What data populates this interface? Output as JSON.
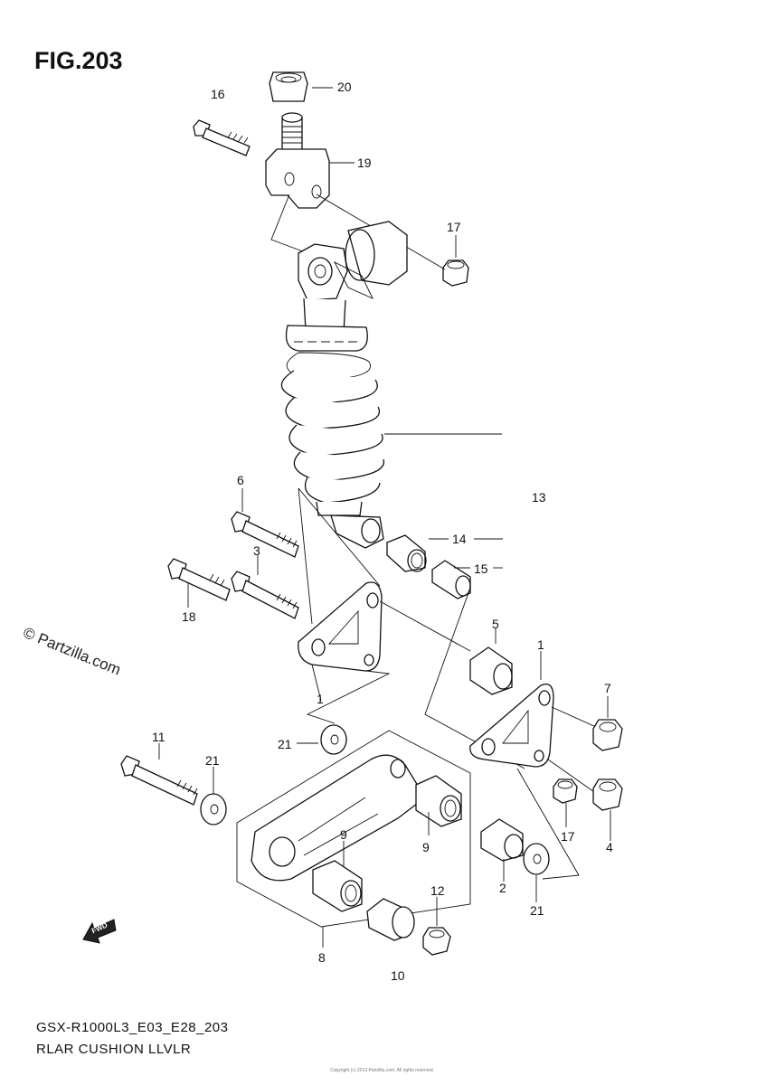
{
  "figure": {
    "title": "FIG.203"
  },
  "callouts": {
    "c1a": "1",
    "c1b": "1",
    "c2": "2",
    "c3": "3",
    "c4": "4",
    "c5": "5",
    "c6": "6",
    "c7": "7",
    "c8": "8",
    "c9a": "9",
    "c9b": "9",
    "c10": "10",
    "c11": "11",
    "c12": "12",
    "c13": "13",
    "c14": "14",
    "c15": "15",
    "c16": "16",
    "c17a": "17",
    "c17b": "17",
    "c18": "18",
    "c19": "19",
    "c20": "20",
    "c21a": "21",
    "c21b": "21",
    "c21c": "21"
  },
  "footer": {
    "model": "GSX-R1000L3_E03_E28_203",
    "caption": "RLAR CUSHION LLVLR"
  },
  "watermark": "© Partzilla.com",
  "direction": {
    "label": "FWD",
    "icon": "forward-arrow-icon"
  },
  "copyright": "Copyright (c) 2013 Partzilla.com. All rights reserved."
}
